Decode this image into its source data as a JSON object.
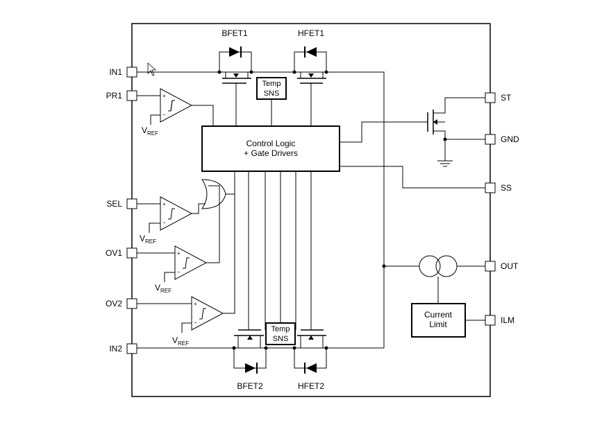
{
  "pins": {
    "in1": "IN1",
    "pr1": "PR1",
    "sel": "SEL",
    "ov1": "OV1",
    "ov2": "OV2",
    "in2": "IN2",
    "st": "ST",
    "gnd": "GND",
    "ss": "SS",
    "out": "OUT",
    "ilm": "ILM"
  },
  "fets": {
    "bfet1": "BFET1",
    "hfet1": "HFET1",
    "bfet2": "BFET2",
    "hfet2": "HFET2"
  },
  "blocks": {
    "control_line1": "Control Logic",
    "control_line2": "+ Gate Drivers",
    "temp1_line1": "Temp",
    "temp1_line2": "SNS",
    "temp2_line1": "Temp",
    "temp2_line2": "SNS",
    "current_line1": "Current",
    "current_line2": "Limit"
  },
  "vref": {
    "main": "V",
    "sub": "REF"
  }
}
